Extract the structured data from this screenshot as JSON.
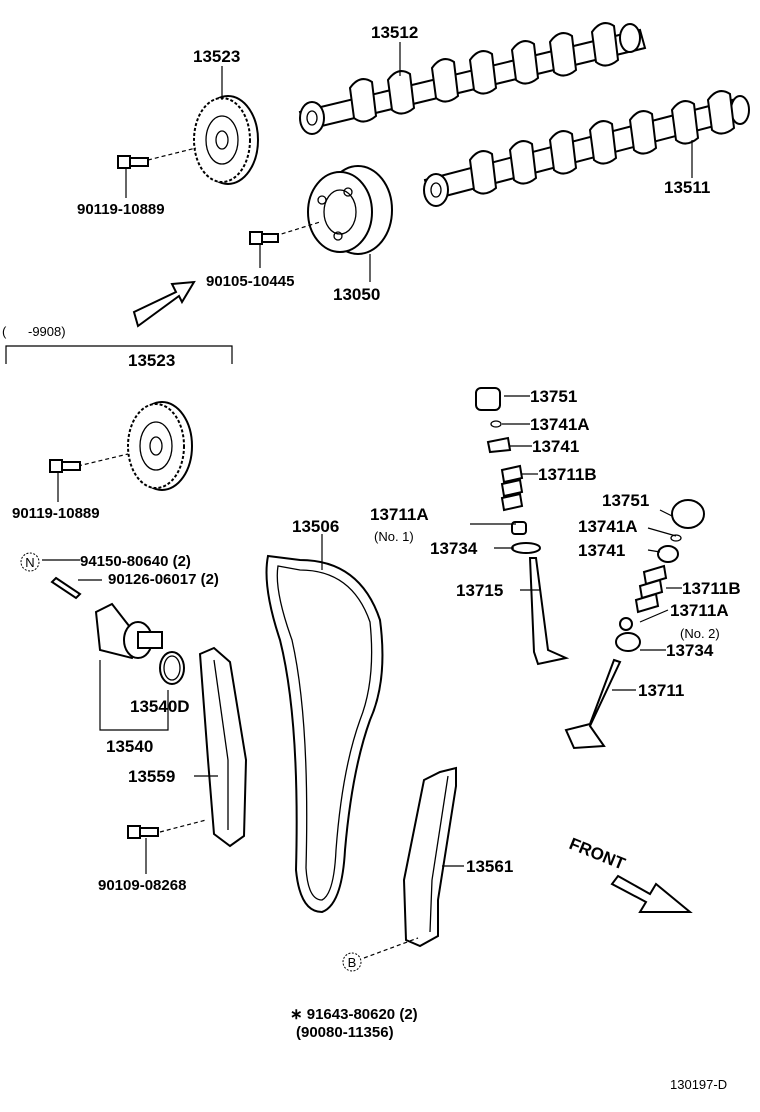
{
  "labels": {
    "p13523_top": "13523",
    "p13512": "13512",
    "p13511": "13511",
    "p90119_top": "90119-10889",
    "p90105": "90105-10445",
    "p13050": "13050",
    "range_note": "(      -9908)",
    "p13523_lower": "13523",
    "p90119_lower": "90119-10889",
    "p13751_a": "13751",
    "p13741A_a": "13741A",
    "p13741_a": "13741",
    "p13711B_a": "13711B",
    "p13711A_a": "13711A",
    "no1": "(No. 1)",
    "p13734_a": "13734",
    "p13715": "13715",
    "p13751_b": "13751",
    "p13741A_b": "13741A",
    "p13741_b": "13741",
    "p13711B_b": "13711B",
    "p13711A_b": "13711A",
    "no2": "(No. 2)",
    "p13734_b": "13734",
    "p13711": "13711",
    "p13506": "13506",
    "badge_n": "N",
    "p94150": "94150-80640 (2)",
    "p90126": "90126-06017 (2)",
    "p13540D": "13540D",
    "p13540": "13540",
    "p13559": "13559",
    "p90109": "90109-08268",
    "p13561": "13561",
    "front": "FRONT",
    "badge_b": "B",
    "p91643": "∗ 91643-80620 (2)",
    "p90080": "(90080-11356)",
    "diagram_code": "130197-D"
  }
}
